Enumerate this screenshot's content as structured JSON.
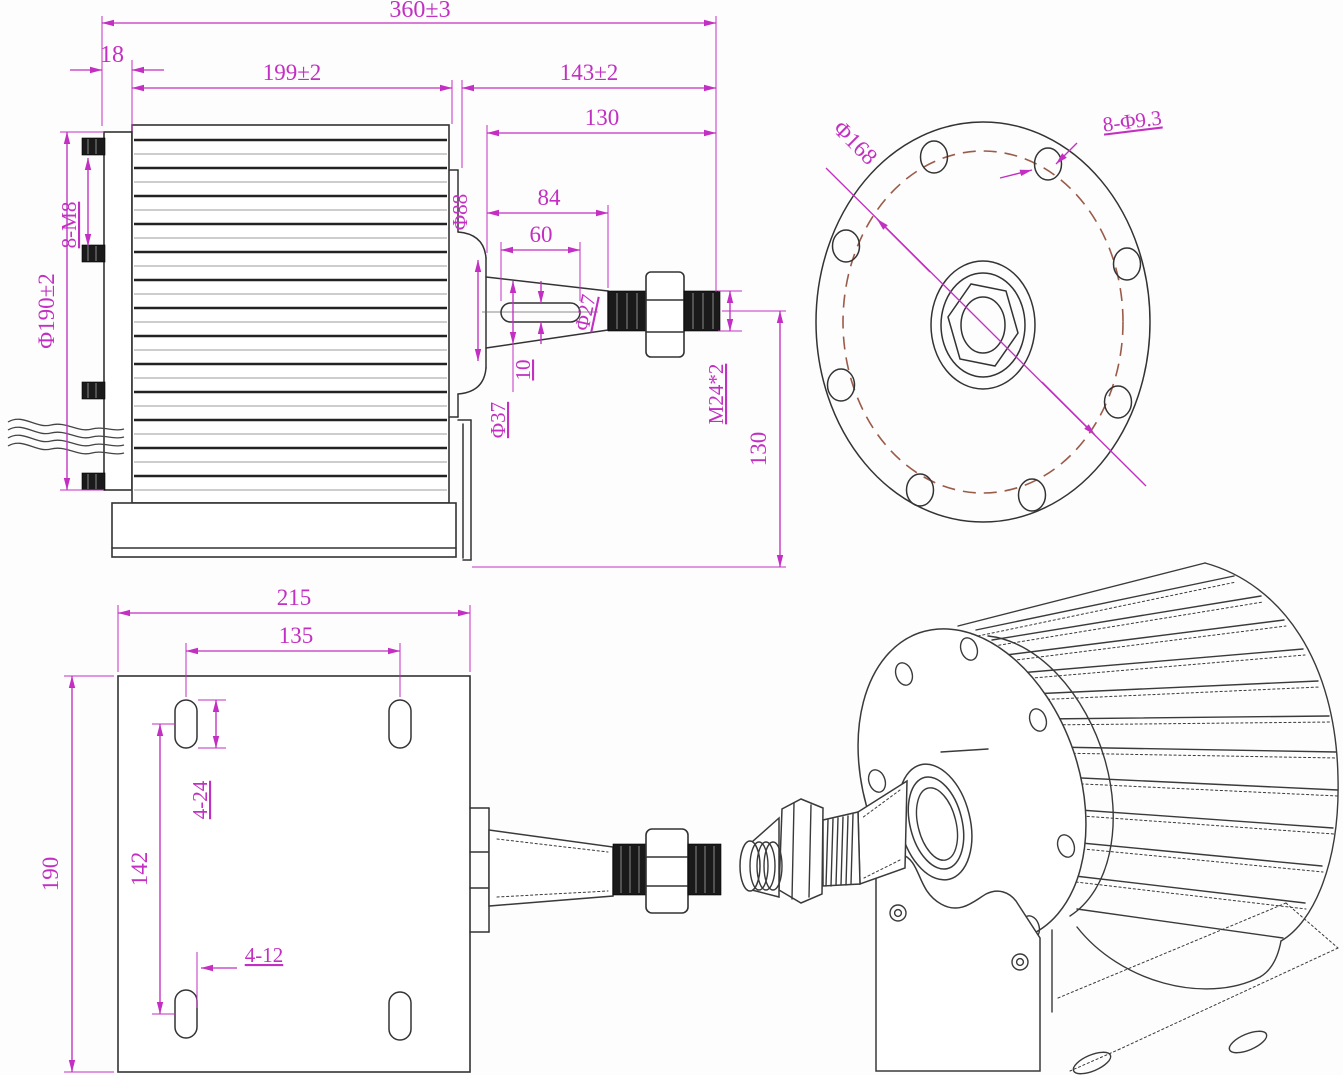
{
  "app": {
    "title": "Permanent magnet generator dimensional drawing"
  },
  "colors": {
    "dimension": "#c22fc2",
    "outline": "#333333",
    "bolt_circle_dashed": "#9b5b49"
  },
  "side_view": {
    "overall_length": "360±3",
    "flange_thickness": "18",
    "body_length": "199±2",
    "rear_length": "143±2",
    "shaft_length": "130",
    "body_diameter": "Φ190±2",
    "flange_studs": "8-M8",
    "boss_diameter": "Φ88",
    "taper_length": "84",
    "keyway_length": "60",
    "keyway_width": "10",
    "shaft_tip_diameter": "Φ27",
    "shaft_root_diameter": "Φ37",
    "thread_spec": "M24*2",
    "center_height": "130"
  },
  "flange_view": {
    "bolt_circle_diameter": "Φ168",
    "bolt_hole_spec": "8-Φ9.3"
  },
  "plate_view": {
    "plate_width": "215",
    "slot_span_x": "135",
    "plate_height": "190",
    "slot_span_y": "142",
    "slot_length_spec": "4-24",
    "slot_width_spec": "4-12"
  }
}
